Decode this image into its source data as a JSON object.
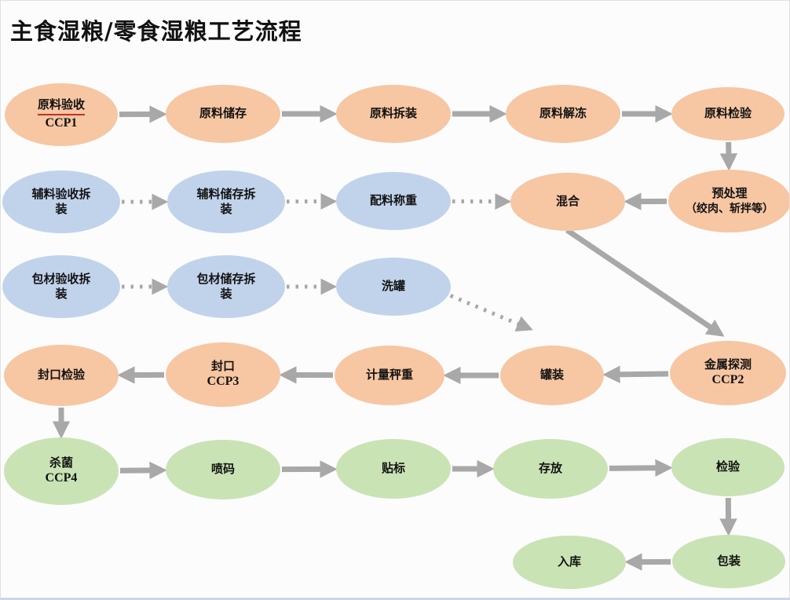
{
  "title": "主食湿粮/零食湿粮工艺流程",
  "colors": {
    "orange": "#F7C6A2",
    "blue": "#C0D3EB",
    "green": "#C9E3B5",
    "arrow": "#A8A8A8",
    "title_text": "#111111",
    "ccp_underline": "#C03127"
  },
  "nodes": {
    "raw_inspection": {
      "label": "原料验收",
      "sub": "CCP1"
    },
    "raw_storage": {
      "label": "原料储存"
    },
    "raw_unpack": {
      "label": "原料拆装"
    },
    "raw_thaw": {
      "label": "原料解冻"
    },
    "raw_check": {
      "label": "原料检验"
    },
    "aux_receive": {
      "label": "辅料验收拆装"
    },
    "aux_storage": {
      "label": "辅料储存拆装"
    },
    "ingredient_weigh": {
      "label": "配料称重"
    },
    "mix": {
      "label": "混合"
    },
    "pretreat": {
      "label": "预处理",
      "sub": "（绞肉、斩拌等）"
    },
    "pack_receive": {
      "label": "包材验收拆装"
    },
    "pack_storage": {
      "label": "包材储存拆装"
    },
    "can_wash": {
      "label": "洗罐"
    },
    "seal_check": {
      "label": "封口检验"
    },
    "seal": {
      "label": "封口",
      "sub": "CCP3"
    },
    "weigh": {
      "label": "计量秤重"
    },
    "filling": {
      "label": "罐装"
    },
    "metal": {
      "label": "金属探测",
      "sub": "CCP2"
    },
    "sterilize": {
      "label": "杀菌",
      "sub": "CCP4"
    },
    "code": {
      "label": "喷码"
    },
    "label": {
      "label": "贴标"
    },
    "store": {
      "label": "存放"
    },
    "inspect": {
      "label": "检验"
    },
    "warehouse": {
      "label": "入库"
    },
    "packing": {
      "label": "包装"
    }
  },
  "edges": [
    {
      "from": "raw_inspection",
      "to": "raw_storage",
      "style": "solid"
    },
    {
      "from": "raw_storage",
      "to": "raw_unpack",
      "style": "solid"
    },
    {
      "from": "raw_unpack",
      "to": "raw_thaw",
      "style": "solid"
    },
    {
      "from": "raw_thaw",
      "to": "raw_check",
      "style": "solid"
    },
    {
      "from": "raw_check",
      "to": "pretreat",
      "style": "solid"
    },
    {
      "from": "pretreat",
      "to": "mix",
      "style": "solid"
    },
    {
      "from": "aux_receive",
      "to": "aux_storage",
      "style": "dotted"
    },
    {
      "from": "aux_storage",
      "to": "ingredient_weigh",
      "style": "dotted"
    },
    {
      "from": "ingredient_weigh",
      "to": "mix",
      "style": "dotted"
    },
    {
      "from": "mix",
      "to": "metal",
      "style": "solid"
    },
    {
      "from": "pack_receive",
      "to": "pack_storage",
      "style": "dotted"
    },
    {
      "from": "pack_storage",
      "to": "can_wash",
      "style": "dotted"
    },
    {
      "from": "can_wash",
      "to": "filling",
      "style": "dotted"
    },
    {
      "from": "metal",
      "to": "filling",
      "style": "solid"
    },
    {
      "from": "filling",
      "to": "weigh",
      "style": "solid"
    },
    {
      "from": "weigh",
      "to": "seal",
      "style": "solid"
    },
    {
      "from": "seal",
      "to": "seal_check",
      "style": "solid"
    },
    {
      "from": "seal_check",
      "to": "sterilize",
      "style": "solid"
    },
    {
      "from": "sterilize",
      "to": "code",
      "style": "solid"
    },
    {
      "from": "code",
      "to": "label",
      "style": "solid"
    },
    {
      "from": "label",
      "to": "store",
      "style": "solid"
    },
    {
      "from": "store",
      "to": "inspect",
      "style": "solid"
    },
    {
      "from": "inspect",
      "to": "packing",
      "style": "solid"
    },
    {
      "from": "packing",
      "to": "warehouse",
      "style": "solid"
    }
  ]
}
